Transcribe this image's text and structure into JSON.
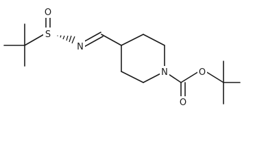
{
  "structure": {
    "atoms": {
      "sulfinyl_oxygen": "O",
      "sulfur": "S",
      "imine_nitrogen": "N",
      "ring_nitrogen": "N",
      "carbonyl_oxygen": "O",
      "ester_oxygen": "O"
    }
  }
}
